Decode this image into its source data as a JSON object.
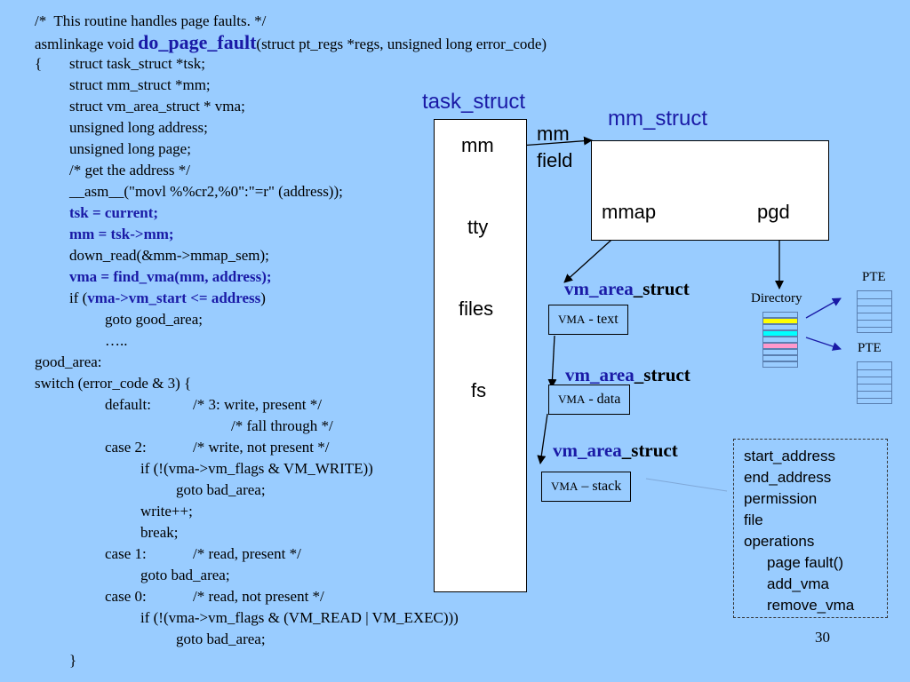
{
  "code": {
    "lines": [
      {
        "indent": 0,
        "text": "/*  This routine handles page faults. */"
      },
      {
        "indent": 0,
        "pre": "asmlinkage void ",
        "emph": "do_page_fault",
        "post": "(struct pt_regs *regs, unsigned long error_code)"
      },
      {
        "indent": 0,
        "pre": "{",
        "tab_text": "struct task_struct *tsk;"
      },
      {
        "indent": 1,
        "text": "struct mm_struct *mm;"
      },
      {
        "indent": 1,
        "text": "struct vm_area_struct * vma;"
      },
      {
        "indent": 1,
        "text": "unsigned long address;"
      },
      {
        "indent": 1,
        "text": "unsigned long page;"
      },
      {
        "indent": 1,
        "text": "/* get the address */"
      },
      {
        "indent": 1,
        "text": "__asm__(\"movl %%cr2,%0\":\"=r\" (address));"
      },
      {
        "indent": 1,
        "text": "tsk = current;",
        "bold": true
      },
      {
        "indent": 1,
        "text": "mm = tsk->mm;",
        "bold": true
      },
      {
        "indent": 1,
        "text": "down_read(&mm->mmap_sem);"
      },
      {
        "indent": 1,
        "text": "vma = find_vma(mm, address);",
        "bold": true
      },
      {
        "indent": 1,
        "pre": "if (",
        "bold_mid": "vma->vm_start <= address",
        "post": ")"
      },
      {
        "indent": 2,
        "text": "goto good_area;"
      },
      {
        "indent": 2,
        "text": "….."
      },
      {
        "indent": 0,
        "text": "good_area:"
      },
      {
        "indent": 0,
        "text": "switch (error_code & 3) {"
      },
      {
        "indent": 2,
        "text": "default:",
        "comment": "/* 3: write, present */"
      },
      {
        "indent": 5,
        "text": "/* fall through */"
      },
      {
        "indent": 2,
        "text": "case 2:",
        "comment": "/* write, not present */"
      },
      {
        "indent": 3,
        "text": "if (!(vma->vm_flags & VM_WRITE))"
      },
      {
        "indent": 4,
        "text": "goto bad_area;"
      },
      {
        "indent": 3,
        "text": "write++;"
      },
      {
        "indent": 3,
        "text": "break;"
      },
      {
        "indent": 2,
        "text": "case 1:",
        "comment": "/* read, present */"
      },
      {
        "indent": 3,
        "text": "goto bad_area;"
      },
      {
        "indent": 2,
        "text": "case 0:",
        "comment": "/* read, not present */"
      },
      {
        "indent": 3,
        "text": "if (!(vma->vm_flags & (VM_READ | VM_EXEC)))"
      },
      {
        "indent": 4,
        "text": "goto bad_area;"
      },
      {
        "indent": 1,
        "text": "}"
      }
    ]
  },
  "diagram": {
    "task_struct_title": "task_struct",
    "task_fields": [
      "mm",
      "tty",
      "files",
      "fs"
    ],
    "mm_field_label": [
      "mm",
      "field"
    ],
    "mm_struct_title": "mm_struct",
    "mm_fields": {
      "mmap": "mmap",
      "pgd": "pgd"
    },
    "vm_area_titles": [
      {
        "p1": "vm_area",
        "p2": "_struct"
      },
      {
        "p1": "vm_area",
        "p2": "_struct"
      },
      {
        "p1": "vm_area",
        "p2": "_struct"
      }
    ],
    "vma_boxes": [
      {
        "sc": "VMA",
        "rest": " - text"
      },
      {
        "sc": "VMA",
        "rest": " - data"
      },
      {
        "sc": "VMA",
        "rest": " – stack"
      }
    ],
    "directory_label": "Directory",
    "pte_labels": [
      "PTE",
      "PTE"
    ],
    "ops": {
      "fields": [
        "start_address",
        "end_address",
        "permission",
        "file",
        "operations"
      ],
      "sub": [
        "page fault()",
        "add_vma",
        "remove_vma"
      ]
    },
    "colors": {
      "dir_yellow": "#FFFF00",
      "dir_cyan": "#00FFFF",
      "dir_pink": "#FF99CC",
      "accent_blue": "#1a1aa6"
    }
  },
  "page_number": "30"
}
